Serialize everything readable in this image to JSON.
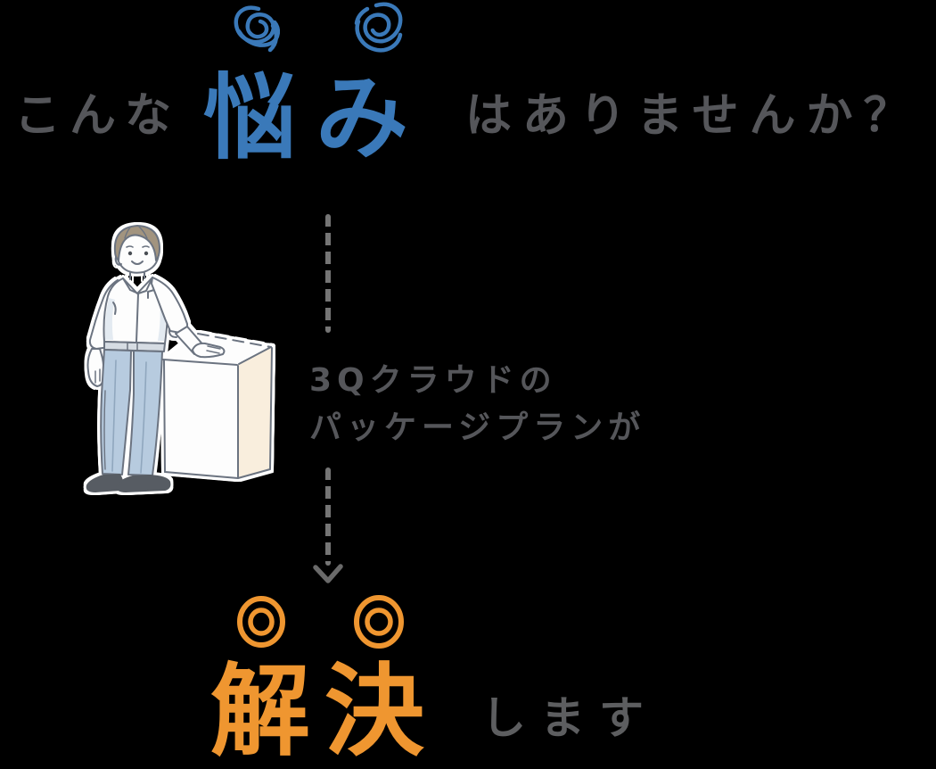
{
  "background_color": "#000000",
  "heading": {
    "prefix": "こんな",
    "highlight": "悩み",
    "suffix": "はありませんか？",
    "gray_color": "#55565a",
    "highlight_color": "#3a79b9"
  },
  "icons": {
    "left_scribble": "worry-scribble-icon",
    "right_scribble": "worry-scribble-icon",
    "down_arrow": "arrow-down-icon",
    "left_double_circle": "double-circle-icon",
    "right_double_circle": "double-circle-icon",
    "illustration": "man-presenting-box-illustration"
  },
  "connector": {
    "line1": "3Qクラウドの",
    "line2": "パッケージプランが",
    "text_color": "#55565a",
    "dash_color": "#757575"
  },
  "solution": {
    "highlight": "解決",
    "suffix": "します",
    "highlight_color": "#ef9630",
    "suffix_color": "#5d5e60"
  }
}
